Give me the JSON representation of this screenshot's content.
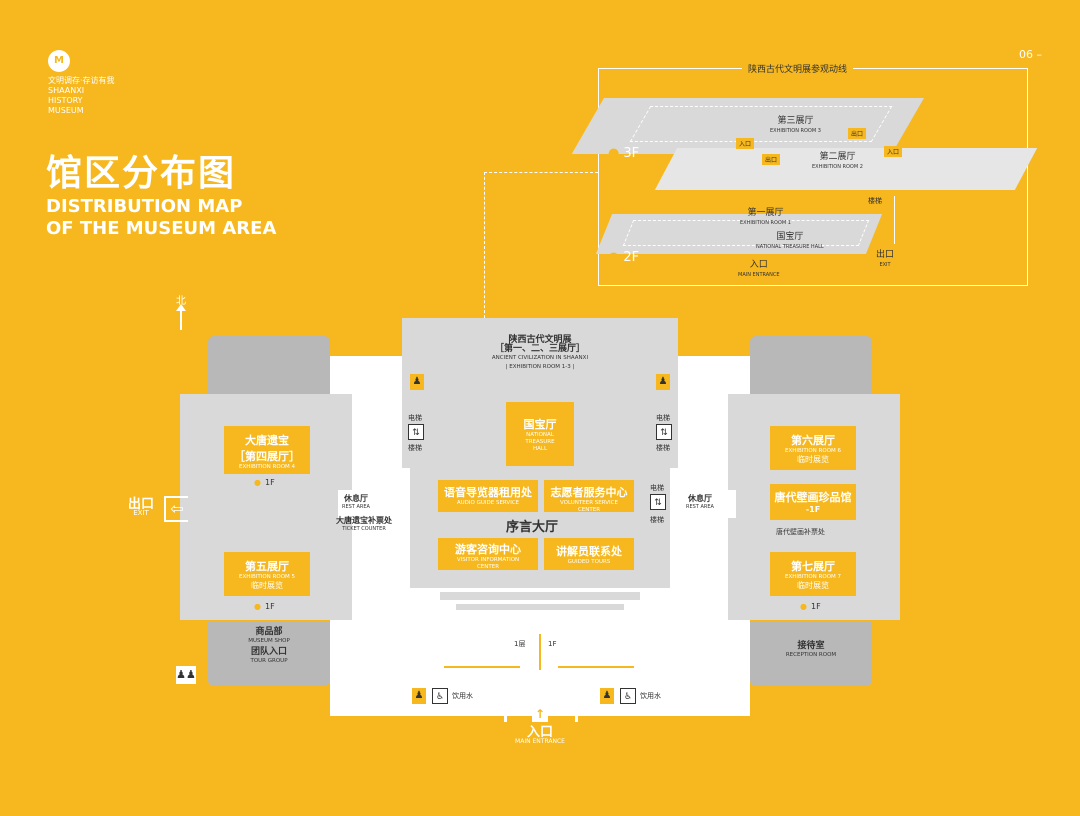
{
  "brand": {
    "logo_letter": "M",
    "name_cn": "文明调存·存访有我",
    "name_en_1": "SHAANXI",
    "name_en_2": "HISTORY",
    "name_en_3": "MUSEUM"
  },
  "page_number": "06 –",
  "title": {
    "cn": "馆区分布图",
    "en_line1": "DISTRIBUTION MAP",
    "en_line2": "OF THE MUSEUM AREA"
  },
  "compass": {
    "north": "北"
  },
  "inset": {
    "title": "陕西古代文明展参观动线",
    "floor_3f": "3F",
    "floor_2f": "2F",
    "room3_cn": "第三展厅",
    "room3_en": "EXHIBITION ROOM 3",
    "room2_cn": "第二展厅",
    "room2_en": "EXHIBITION ROOM 2",
    "room1_cn": "第一展厅",
    "room1_en": "EXHIBITION ROOM 1",
    "treasure_cn": "国宝厅",
    "treasure_en": "NATIONAL TREASURE HALL",
    "entrance_cn": "入口",
    "entrance_en": "MAIN ENTRANCE",
    "exit_cn": "出口",
    "exit_en": "EXIT",
    "stairs": "楼梯",
    "in_label": "入口",
    "out_label": "出口"
  },
  "map": {
    "ancient_cn": "陕西古代文明展",
    "ancient_rooms": "［第一、二、三展厅］",
    "ancient_en1": "ANCIENT CIVILIZATION IN SHAANXI",
    "ancient_en2": "| EXHIBITION ROOM 1-3 |",
    "treasure_cn": "国宝厅",
    "treasure_en1": "NATIONAL",
    "treasure_en2": "TREASURE",
    "treasure_en3": "HALL",
    "elevator": "电梯",
    "stairs": "楼梯",
    "tang_cn": "大唐遗宝",
    "tang_rooms": "［第四展厅］",
    "tang_en": "EXHIBITION ROOM 4",
    "room5_cn": "第五展厅",
    "room5_en": "EXHIBITION ROOM 5",
    "room5_sub": "临时展览",
    "room6_cn": "第六展厅",
    "room6_en": "EXHIBITION ROOM 6",
    "room6_sub": "临时展览",
    "mural_cn": "唐代壁画珍品馆",
    "mural_floor": "-1F",
    "mural_ticket": "唐代壁画补票处",
    "room7_cn": "第七展厅",
    "room7_en": "EXHIBITION ROOM 7",
    "room7_sub": "临时展览",
    "floor_1f": "1F",
    "exit_cn": "出口",
    "exit_en": "EXIT",
    "rest_cn": "休息厅",
    "rest_en": "REST AREA",
    "ticket_cn": "大唐遗宝补票处",
    "ticket_en": "TICKET COUNTER",
    "audio_cn": "语音导览器租用处",
    "audio_en": "AUDIO GUIDE SERVICE",
    "volunteer_cn": "志愿者服务中心",
    "volunteer_en1": "VOLUNTEER SERVICE",
    "volunteer_en2": "CENTER",
    "hall_cn": "序言大厅",
    "visitor_cn": "游客咨询中心",
    "visitor_en1": "VISITOR INFORMATION",
    "visitor_en2": "CENTER",
    "guide_cn": "讲解员联系处",
    "guide_en": "GUIDED TOURS",
    "shop_cn": "商品部",
    "shop_en": "MUSEUM SHOP",
    "tour_cn": "团队入口",
    "tour_en": "TOUR GROUP",
    "reception_cn": "接待室",
    "reception_en": "RECEPTION ROOM",
    "floor_1c": "1层",
    "floor_1f_b": "1F",
    "water": "饮用水",
    "entrance_cn": "入口",
    "entrance_en": "MAIN ENTRANCE"
  }
}
